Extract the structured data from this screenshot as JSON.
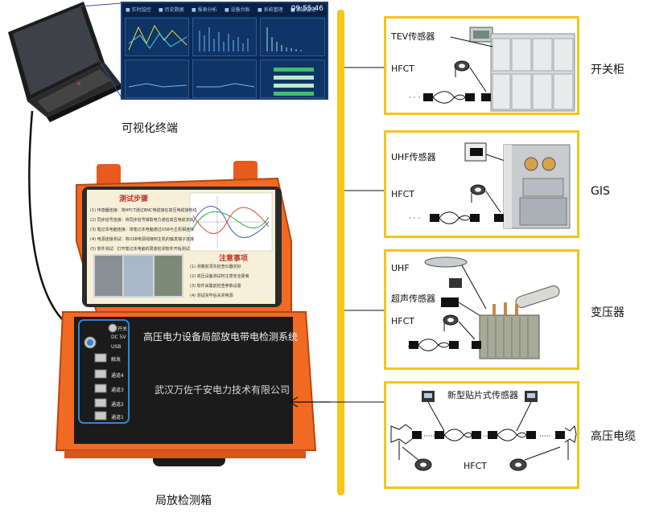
{
  "laptop": {
    "label": "可视化终端",
    "dashboard": {
      "tabs": [
        "■ 实时监控",
        "■ 历史数据",
        "■ 报表分析",
        "■ 设备台账",
        "■ 系统管理",
        "■ 数据管理"
      ],
      "clock": "09:55:46"
    }
  },
  "detector": {
    "label": "局放检测箱",
    "case_title": "高压电力设备局部放电带电检测系统",
    "company": "武汉万佐千安电力技术有限公司",
    "ports": [
      "开关",
      "DC 5V",
      "USB",
      "触发",
      "通道4",
      "通道3",
      "通道2",
      "通道1"
    ],
    "screen": {
      "heading": "测试步骤",
      "steps": [
        "(1) 传感器连接：将HFCT通过BNC电缆接在高压电缆接地线",
        "(2) 同步信号连接：将同步信号钳取电力通信高压电缆本体",
        "(3) 笔记本电脑连接：将笔记本电脑通过USB与主机相连接",
        "(4) 电源连接测试：将USB电源线接到主机的触发端子连接",
        "(5) 软件测试：打开笔记本电脑的局放检测软件开始测试"
      ],
      "notice_heading": "注意事项",
      "notices": [
        "(1) 测量前须先检查仪器完好",
        "(2) 高压设备测试时注意安全距离",
        "(3) 软件采集前检查参数设置",
        "(4) 测试完毕后关闭电源"
      ]
    }
  },
  "panels": [
    {
      "label": "开关柜",
      "sensor": "TEV传感器",
      "hfct": "HFCT"
    },
    {
      "label": "GIS",
      "sensor": "UHF传感器",
      "hfct": "HFCT"
    },
    {
      "label": "变压器",
      "sensor_uhf": "UHF",
      "sensor_ultra": "超声传感器",
      "hfct": "HFCT"
    },
    {
      "label": "高压电缆",
      "sensor": "新型贴片式传感器",
      "hfct": "HFCT"
    }
  ]
}
